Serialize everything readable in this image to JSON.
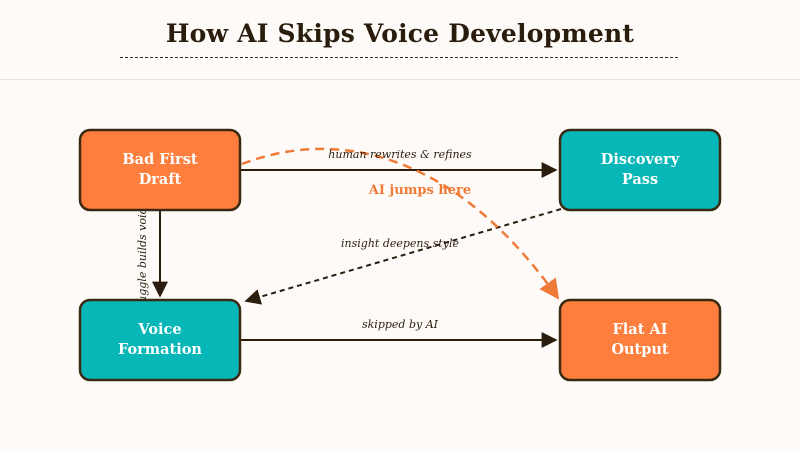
{
  "title": "How AI Skips Voice Development",
  "colors": {
    "orange_node": "#fe7f3d",
    "teal_node": "#07b6b6",
    "outline": "#3a2a12",
    "ai_path": "#f07a38",
    "text_dark": "#2b1d0e"
  },
  "nodes": {
    "bad_first_draft": {
      "line1": "Bad First",
      "line2": "Draft"
    },
    "discovery_pass": {
      "line1": "Discovery",
      "line2": "Pass"
    },
    "voice_formation": {
      "line1": "Voice",
      "line2": "Formation"
    },
    "flat_ai_output": {
      "line1": "Flat AI",
      "line2": "Output"
    }
  },
  "edges": {
    "draft_to_discovery": "human rewrites & refines",
    "discovery_to_voice": "insight deepens style",
    "draft_to_voice": "struggle builds voice",
    "voice_to_output": "skipped by AI",
    "ai_shortcut": "AI jumps here"
  }
}
